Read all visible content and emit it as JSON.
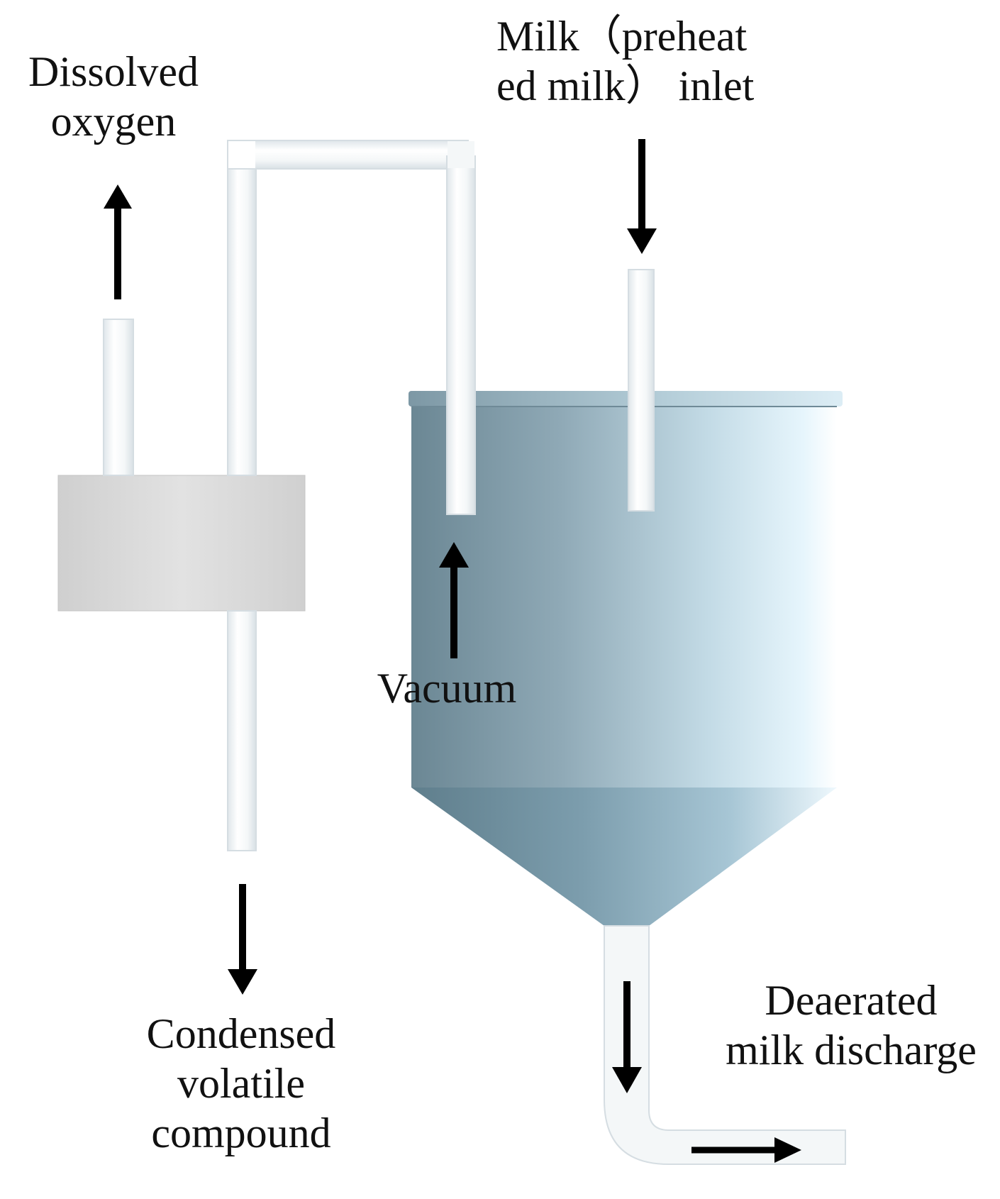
{
  "labels": {
    "dissolved_oxygen": [
      "Dissolved",
      "oxygen"
    ],
    "milk_inlet": [
      "Milk（preheat",
      "ed milk） inlet"
    ],
    "vacuum": "Vacuum",
    "condensed": [
      "Condensed",
      "volatile",
      "compound"
    ],
    "deaerated": [
      "Deaerated",
      "milk discharge"
    ]
  },
  "colors": {
    "pipe_fill": "#f7f9fa",
    "pipe_edge": "#d5dde2",
    "condenser": "#d6d6d6",
    "vessel_dark": "#6b8794",
    "vessel_light": "#e6f5fc",
    "arrow": "#000000"
  }
}
